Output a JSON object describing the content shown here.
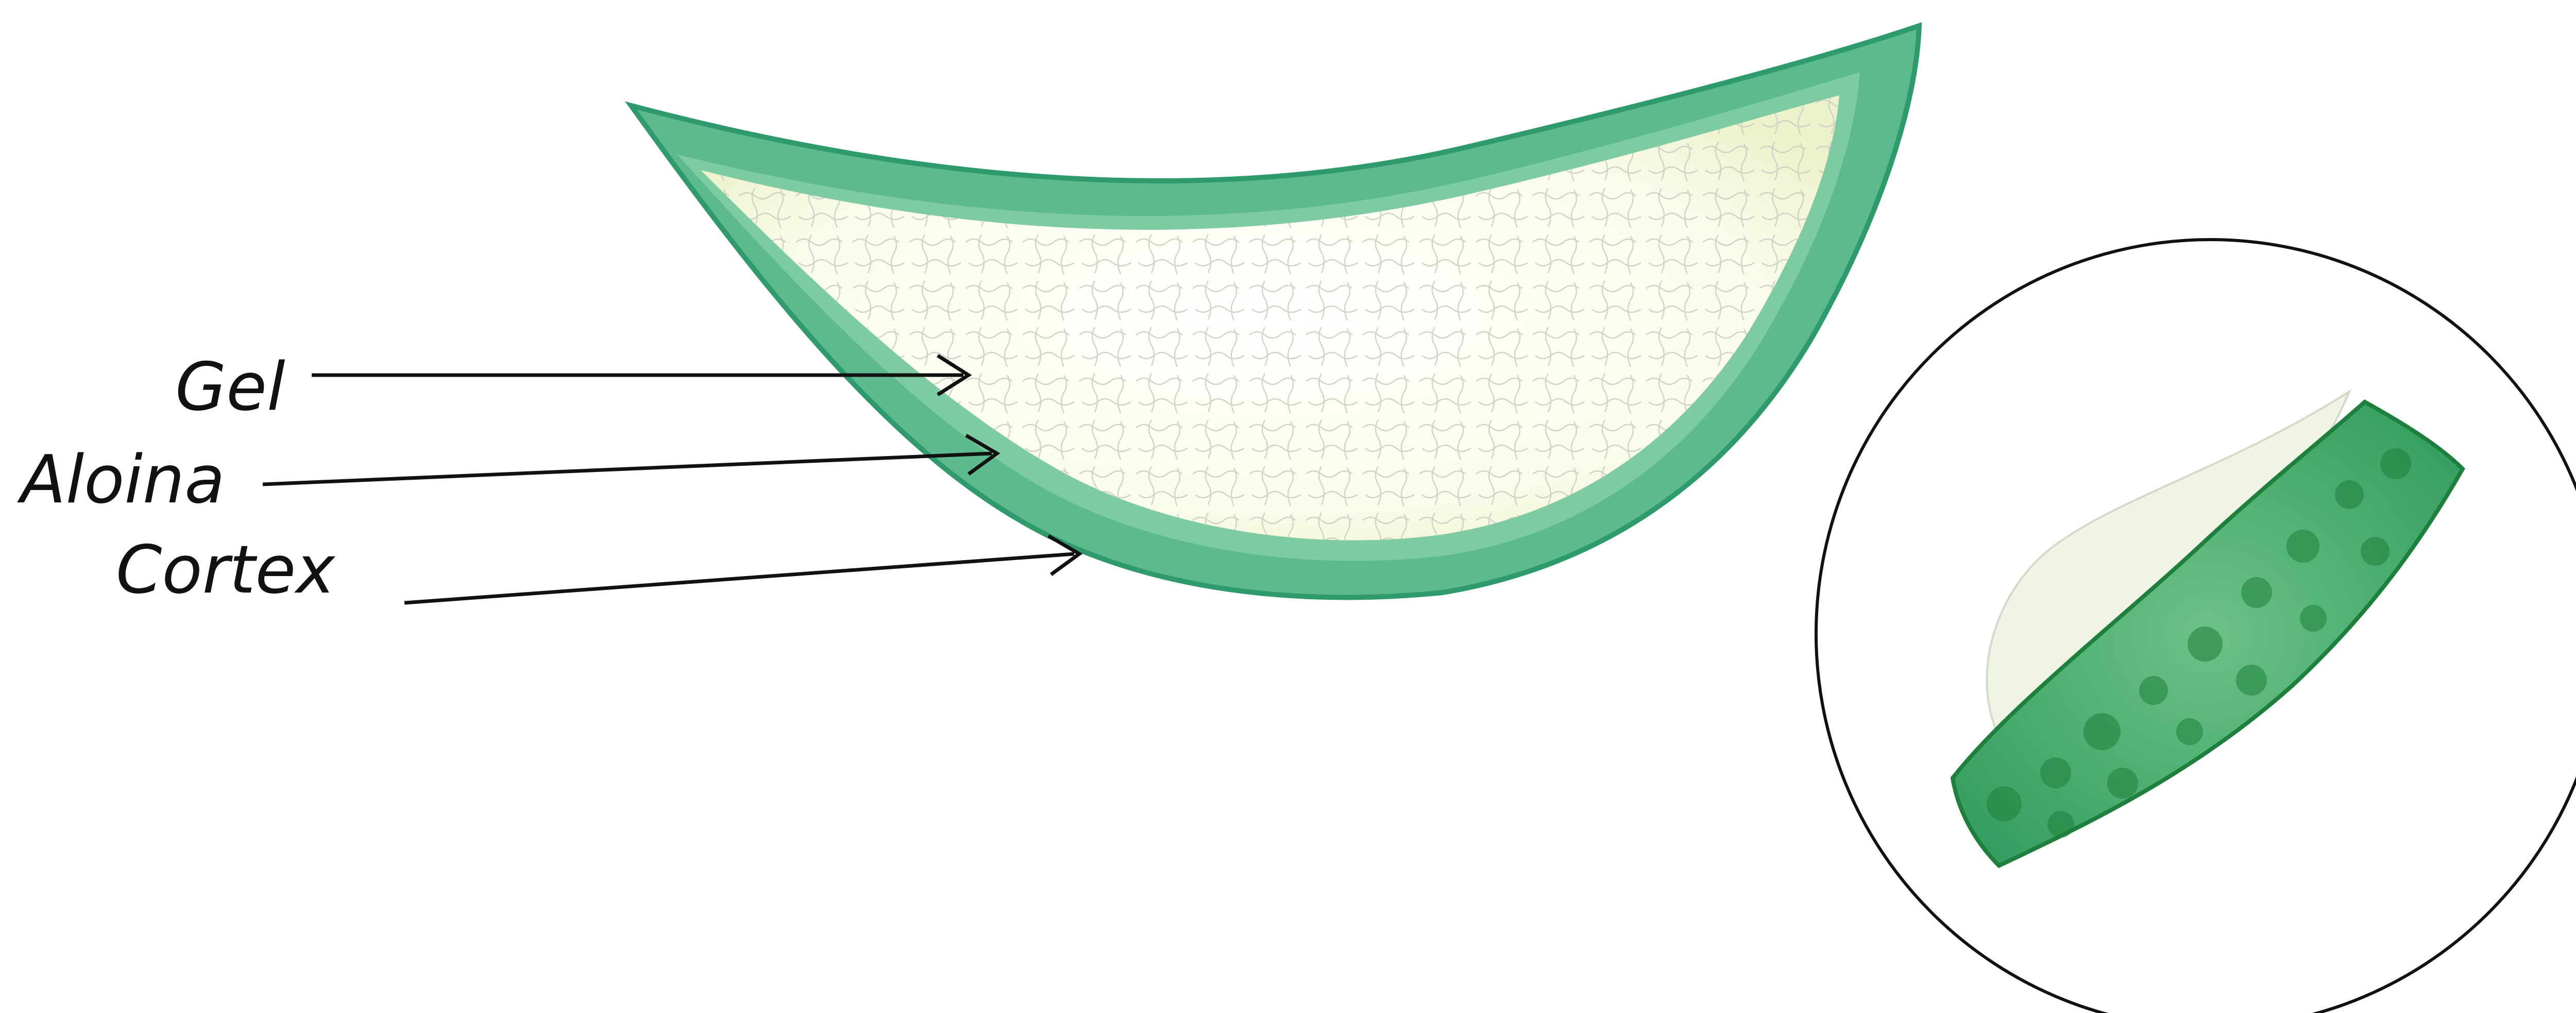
{
  "labels": {
    "gel": "Gel",
    "aloina": "Aloina",
    "cortex": "Cortex"
  },
  "colors": {
    "rind_green": "#5dba8f",
    "rind_dark": "#2f9a6c",
    "gel_fill": "#fbfce9",
    "gel_cells": "#c9cdc2",
    "magnified_green": "#3fae56",
    "magnified_dark": "#1f7f3c",
    "arrow": "#111111",
    "circle_outline": "#111111"
  }
}
